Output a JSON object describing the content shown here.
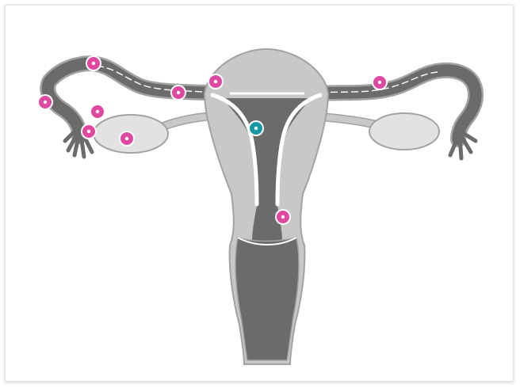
{
  "colors": {
    "light_tissue": "#c8c8c8",
    "dark_tissue": "#6b6b6b",
    "outline": "#a2a2a2",
    "highlight": "#ffffff",
    "ovary": "#e2e2e2",
    "marker_pink": "#e0479e",
    "marker_teal": "#1597a6"
  },
  "markers": [
    {
      "name": "marker-tube-left-top",
      "color": "pink"
    },
    {
      "name": "marker-fimbria-left-outer",
      "color": "pink"
    },
    {
      "name": "marker-tube-left-lower",
      "color": "pink"
    },
    {
      "name": "marker-fimbria-left-lower",
      "color": "pink"
    },
    {
      "name": "marker-ovary-left",
      "color": "pink"
    },
    {
      "name": "marker-tube-left-inner",
      "color": "pink"
    },
    {
      "name": "marker-fundus",
      "color": "pink"
    },
    {
      "name": "marker-tube-right",
      "color": "pink"
    },
    {
      "name": "marker-uterine-cavity",
      "color": "teal"
    },
    {
      "name": "marker-cervix",
      "color": "pink"
    }
  ]
}
